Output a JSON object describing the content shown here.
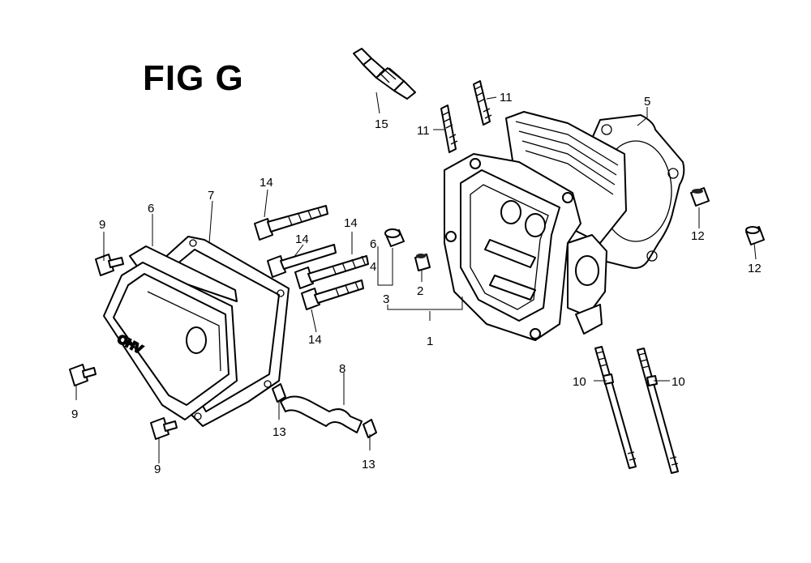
{
  "figure": {
    "title": "FIG G"
  },
  "callouts": {
    "c1": "1",
    "c2": "2",
    "c3": "3",
    "c4": "4",
    "c5": "5",
    "c6a": "6",
    "c6b": "6",
    "c7": "7",
    "c8": "8",
    "c9a": "9",
    "c9b": "9",
    "c9c": "9",
    "c10a": "10",
    "c10b": "10",
    "c11a": "11",
    "c11b": "11",
    "c12a": "12",
    "c12b": "12",
    "c13a": "13",
    "c13b": "13",
    "c14a": "14",
    "c14b": "14",
    "c14c": "14",
    "c14d": "14",
    "c15": "15"
  },
  "cover_text": "OHV",
  "colors": {
    "ink": "#000000",
    "paper": "#ffffff"
  }
}
